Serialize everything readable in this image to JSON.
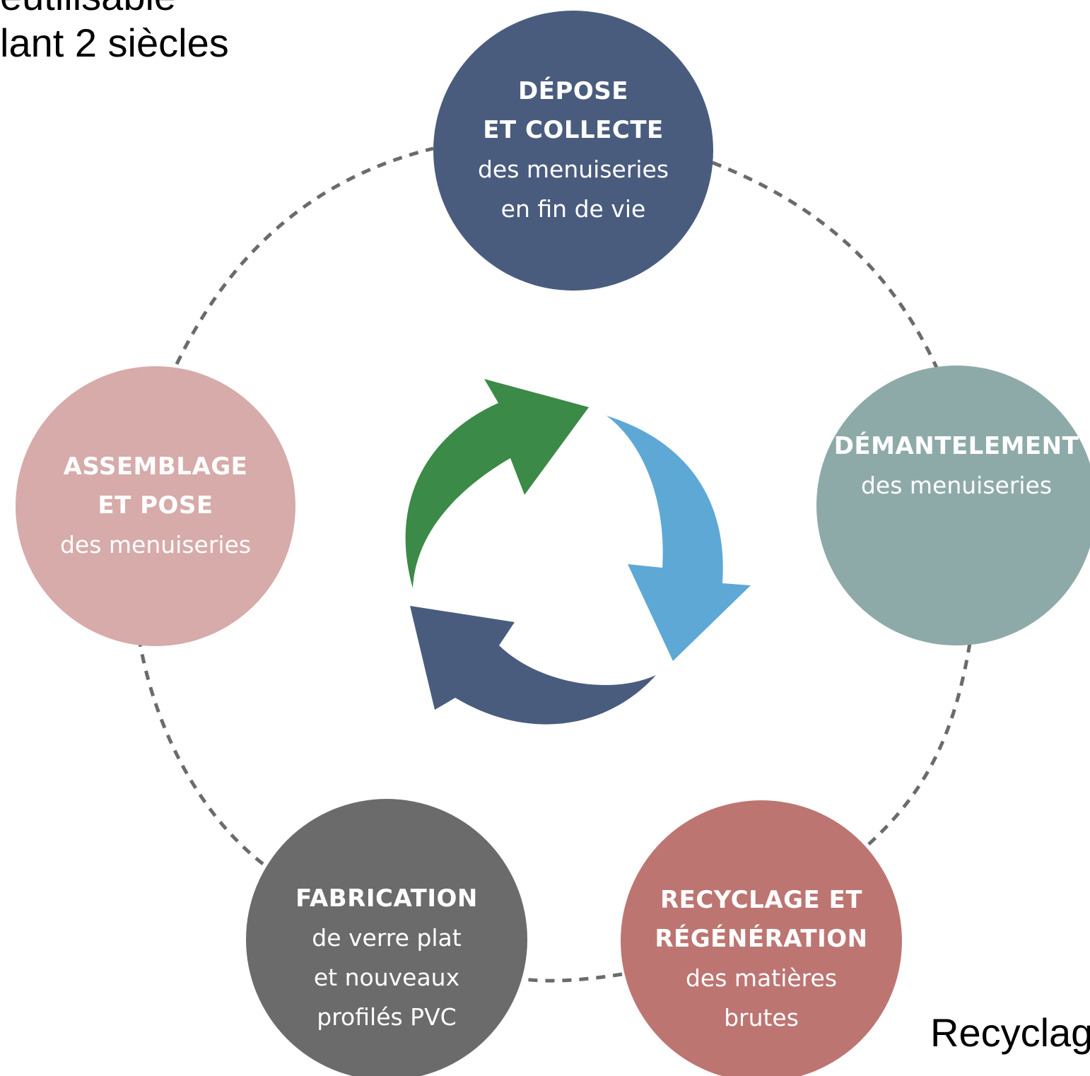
{
  "colors": {
    "navy": "#4a5c7e",
    "sage": "#8eaaa8",
    "rose": "#bd7572",
    "grey": "#6b6b6b",
    "pink": "#d6aba9",
    "arrow_green": "#3b8a47",
    "arrow_blue": "#5ea8d6",
    "arrow_navy": "#4a5c7e",
    "dashed_line": "#6b6b6b"
  },
  "steps": [
    {
      "id": "depose",
      "title": "DÉPOSE\nET COLLECTE",
      "desc": "des menuiseries\nen fin de vie",
      "color": "navy"
    },
    {
      "id": "demantelement",
      "title": "DÉMANTELEMENT",
      "desc": "des menuiseries",
      "color": "sage"
    },
    {
      "id": "recyclage",
      "title": "RECYCLAGE ET\nRÉGÉNÉRATION",
      "desc": "des matières\nbrutes",
      "color": "rose"
    },
    {
      "id": "fabrication",
      "title": "FABRICATION",
      "desc": "de verre plat\net nouveaux\nprofilés PVC",
      "color": "grey"
    },
    {
      "id": "assemblage",
      "title": "ASSEMBLAGE\nET POSE",
      "desc": "des menuiseries",
      "color": "pink"
    }
  ],
  "side_text": {
    "top": "éutilisable\nlant 2 siècles",
    "bottom": "Recyclag"
  },
  "cycle_icon": "recycle-arrows-icon"
}
